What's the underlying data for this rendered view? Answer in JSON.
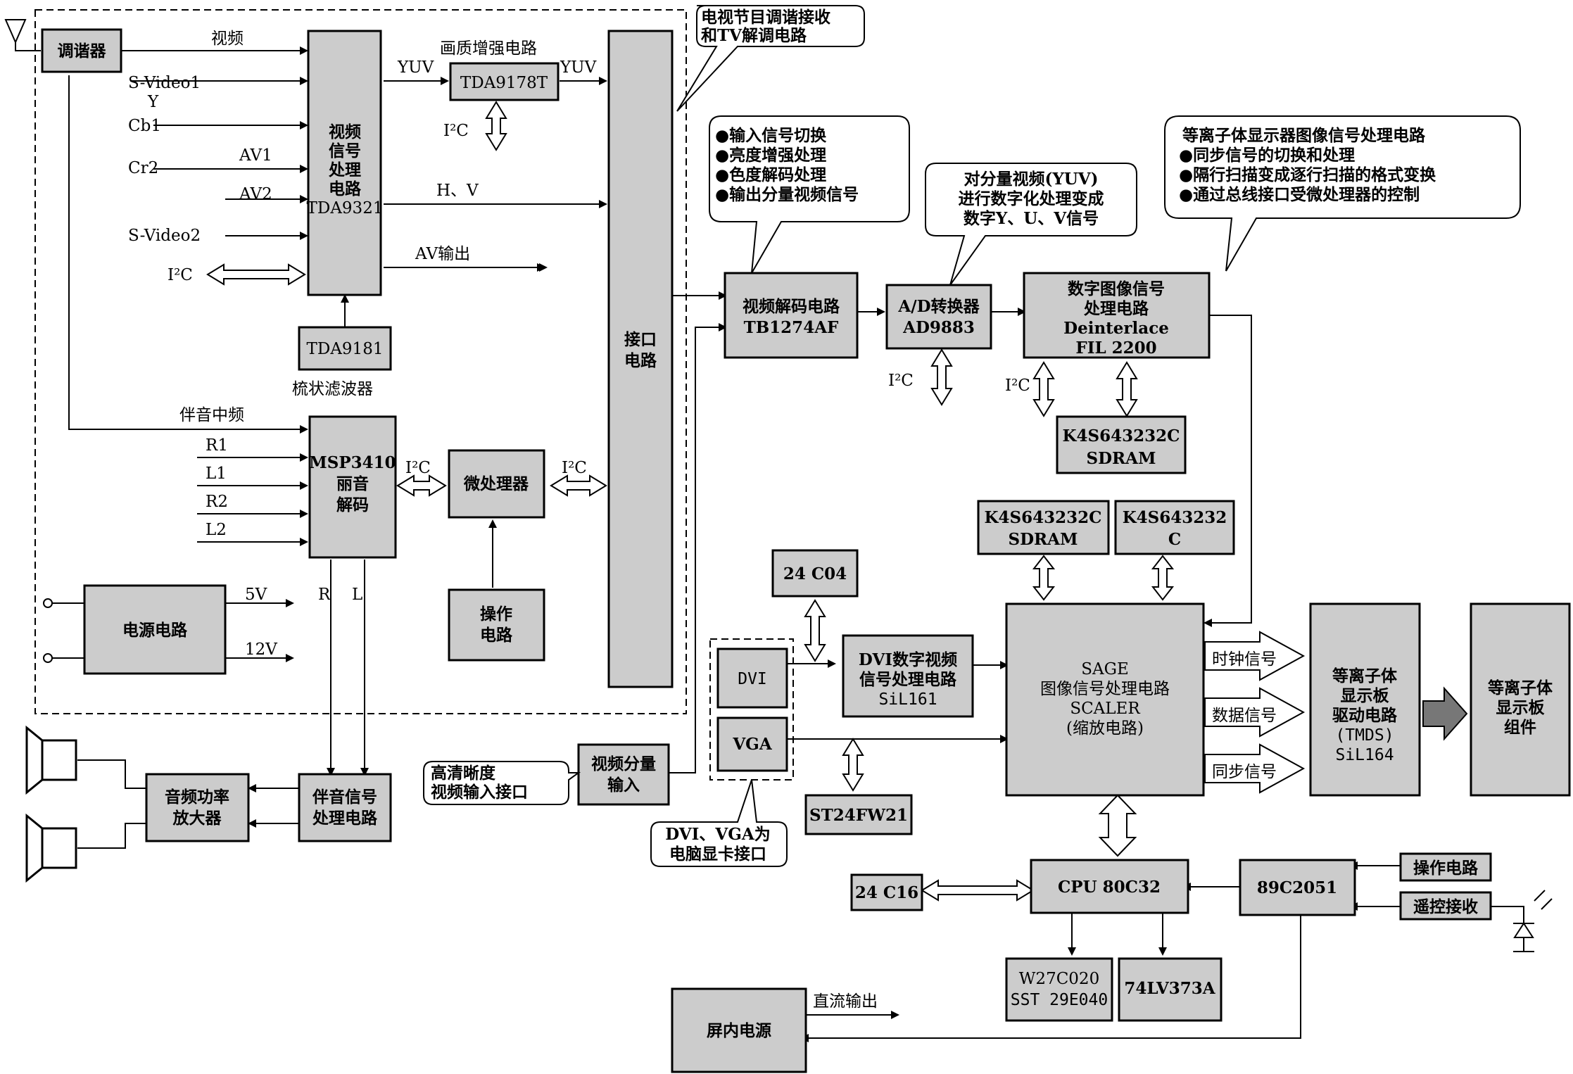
{
  "blocks": {
    "tuner": "调谐器",
    "video_proc": [
      "视频",
      "信号",
      "处理",
      "电路",
      "TDA9321"
    ],
    "tda9178t": "TDA9178T",
    "tda9181": "TDA9181",
    "msp3410": [
      "MSP3410",
      "丽音",
      "解码"
    ],
    "microprocessor": "微处理器",
    "operation_circuit": [
      "操作",
      "电路"
    ],
    "interface": [
      "接口",
      "电路"
    ],
    "power": "电源电路",
    "audio_amp": [
      "音频功率",
      "放大器"
    ],
    "sound_proc": [
      "伴音信号",
      "处理电路"
    ],
    "video_decoder": [
      "视频解码电路",
      "TB1274AF"
    ],
    "adc": [
      "A/D转换器",
      "AD9883"
    ],
    "digital_image": [
      "数字图像信号",
      "处理电路",
      "Deinterlace",
      "FIL 2200"
    ],
    "sdram1": [
      "K4S643232C",
      "SDRAM"
    ],
    "sdram2": [
      "K4S643232C",
      "SDRAM"
    ],
    "sdram3": [
      "K4S643232",
      "C"
    ],
    "eeprom_24c04": "24 C04",
    "dvi_chip": [
      "DVI数字视频",
      "信号处理电路",
      "SiL161"
    ],
    "dvi": "DVI",
    "vga": "VGA",
    "st24fw21": "ST24FW21",
    "component_input": [
      "视频分量",
      "输入"
    ],
    "sage": [
      "SAGE",
      "图像信号处理电路",
      "SCALER",
      "(缩放电路)"
    ],
    "pdp_driver": [
      "等离子体",
      "显示板",
      "驱动电路",
      "(TMDS)",
      "SiL164"
    ],
    "pdp_panel": [
      "等离子体",
      "显示板",
      "组件"
    ],
    "cpu": "CPU 80C32",
    "mcu_89c2051": "89C2051",
    "eeprom_24c16": "24 C16",
    "op_circuit2": "操作电路",
    "remote": "遥控接收",
    "rom": [
      "W27C020",
      "SST 29E040"
    ],
    "latch": "74LV373A",
    "panel_power": "屏内电源"
  },
  "labels": {
    "video": "视频",
    "svideo1": "S-Video1",
    "y": "Y",
    "cb1": "Cb1",
    "cr2": "Cr2",
    "av1": "AV1",
    "av2": "AV2",
    "svideo2": "S-Video2",
    "i2c": "I²C",
    "yuv": "YUV",
    "enhance": "画质增强电路",
    "hv": "H、V",
    "av_out": "AV输出",
    "comb_filter": "梳状滤波器",
    "sound_if": "伴音中频",
    "r1": "R1",
    "l1": "L1",
    "r2": "R2",
    "l2": "L2",
    "r": "R",
    "l": "L",
    "v5": "5V",
    "v12": "12V",
    "clock": "时钟信号",
    "data": "数据信号",
    "sync": "同步信号",
    "dc_out": "直流输出"
  },
  "callouts": {
    "tuning": [
      "电视节目调谐接收",
      "和TV解调电路"
    ],
    "decoder": [
      "●输入信号切换",
      "●亮度增强处理",
      "●色度解码处理",
      "●输出分量视频信号"
    ],
    "adc": [
      "对分量视频(YUV)",
      "进行数字化处理变成",
      "数字Y、U、V信号"
    ],
    "pdp": [
      "等离子体显示器图像信号处理电路",
      "●同步信号的切换和处理",
      "●隔行扫描变成逐行扫描的格式变换",
      "●通过总线接口受微处理器的控制"
    ],
    "hd": [
      "高清晰度",
      "视频输入接口"
    ],
    "pc": [
      "DVI、VGA为",
      "电脑显卡接口"
    ]
  }
}
